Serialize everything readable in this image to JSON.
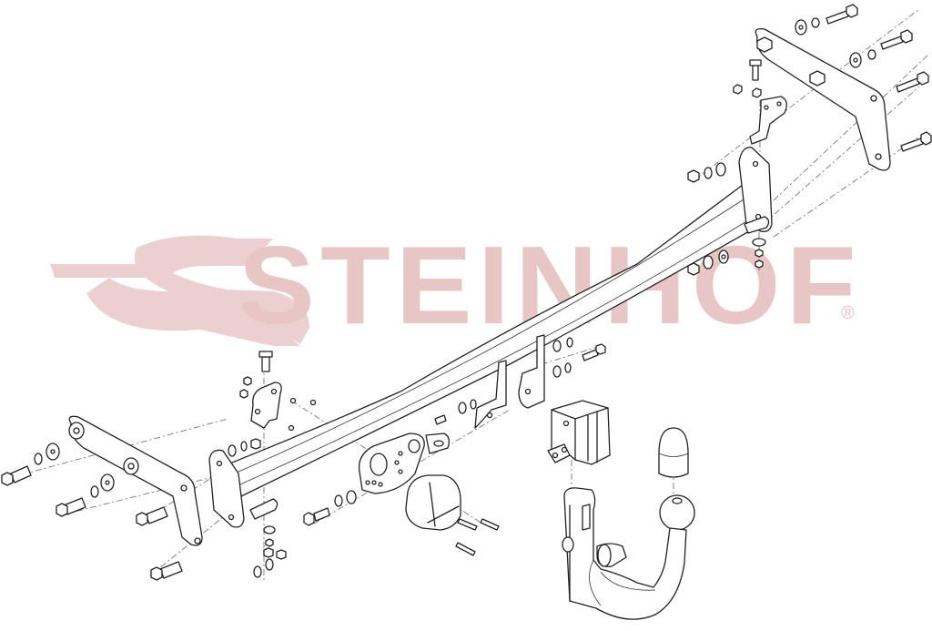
{
  "diagram": {
    "type": "exploded-assembly-drawing",
    "subject": "tow bar / trailer hitch assembly",
    "colors": {
      "background": "#ffffff",
      "line_art": "#222222",
      "watermark": "#e9c6c6"
    }
  },
  "watermark": {
    "brand": "STEINHOF",
    "registered_mark": "®"
  },
  "parts": [
    {
      "name": "cross-beam"
    },
    {
      "name": "left-side-bracket"
    },
    {
      "name": "right-side-bracket"
    },
    {
      "name": "detachable-ball-neck"
    },
    {
      "name": "ball-cover-cap"
    },
    {
      "name": "receiver-socket-housing"
    },
    {
      "name": "electrical-socket-plate"
    },
    {
      "name": "electrical-socket"
    },
    {
      "name": "bolts-nuts-washers"
    }
  ]
}
